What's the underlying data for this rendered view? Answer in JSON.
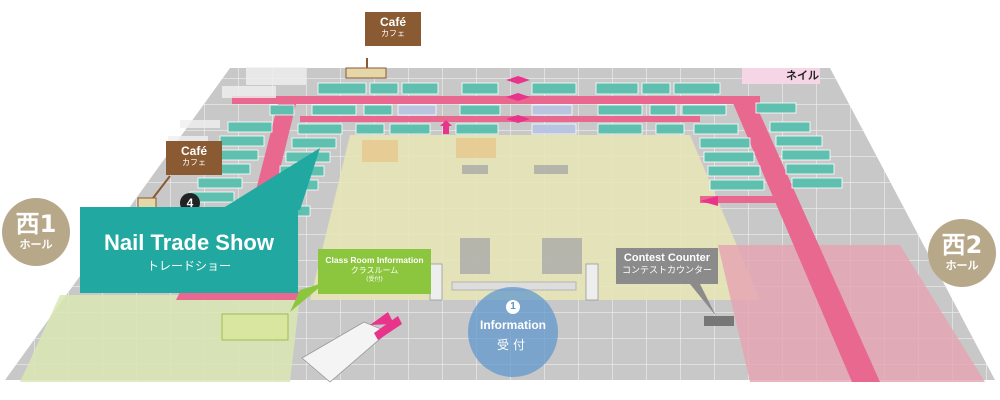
{
  "halls": {
    "west": {
      "big": "西1",
      "small": "ホール",
      "color": "#b8a88a"
    },
    "east": {
      "big": "西2",
      "small": "ホール",
      "color": "#b8a88a"
    }
  },
  "cafes": [
    {
      "name": "Café",
      "sub": "カフェ"
    },
    {
      "name": "Café",
      "sub": "カフェ"
    }
  ],
  "nail_trade_show": {
    "number": "4",
    "title": "Nail Trade Show",
    "subtitle": "トレードショー",
    "color": "#21a8a0"
  },
  "class_room": {
    "title": "Class Room Information",
    "subtitle": "クラスルーム",
    "note": "(受付)",
    "color": "#8cc63e"
  },
  "contest_counter": {
    "title": "Contest Counter",
    "subtitle": "コンテストカウンター",
    "color": "#8b8b8b"
  },
  "information": {
    "number": "1",
    "title": "Information",
    "subtitle": "受付",
    "color": "#5c96cd"
  },
  "logo": {
    "text": "ネイル",
    "icon": "nail-brand-logo"
  },
  "colors": {
    "aisle": "#e8688f",
    "booth": "#5fc0b0",
    "floor": "#c9c9c9",
    "stage": "#e9e6b4",
    "contest_area": "#e8a4b4"
  }
}
